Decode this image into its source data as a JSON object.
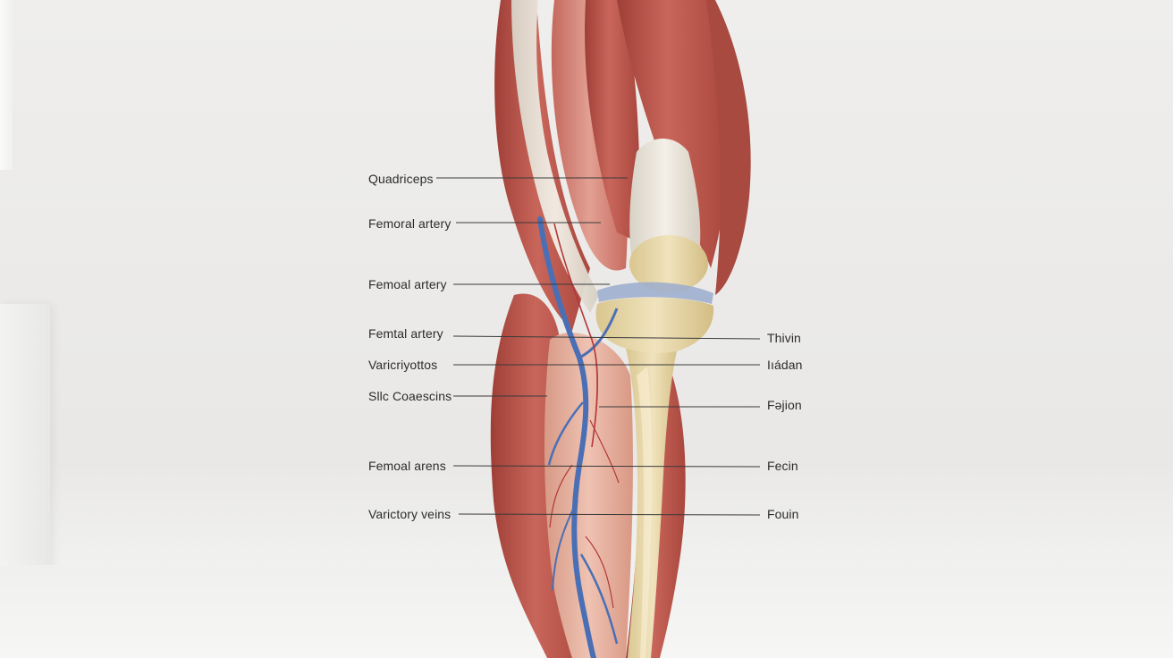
{
  "diagram": {
    "left_labels": [
      "Quadriceps",
      "Femoral artery",
      "Femoal artery",
      "Femtal artery",
      "Varicriyottos",
      "Sllc Coaescins",
      "Femoal arens",
      "Varictory veins"
    ],
    "right_labels": [
      "Thivin",
      "Iıádan",
      "Fəjion",
      "Fecin",
      "Fouin"
    ]
  },
  "colors": {
    "muscle": "#b9564c",
    "muscle_light": "#d98a80",
    "tendon": "#ece6da",
    "bone": "#e8d9b0",
    "vein": "#4a6fb5",
    "artery": "#b23838",
    "leader_line": "#3a3a3a",
    "background": "#ecebe9"
  }
}
